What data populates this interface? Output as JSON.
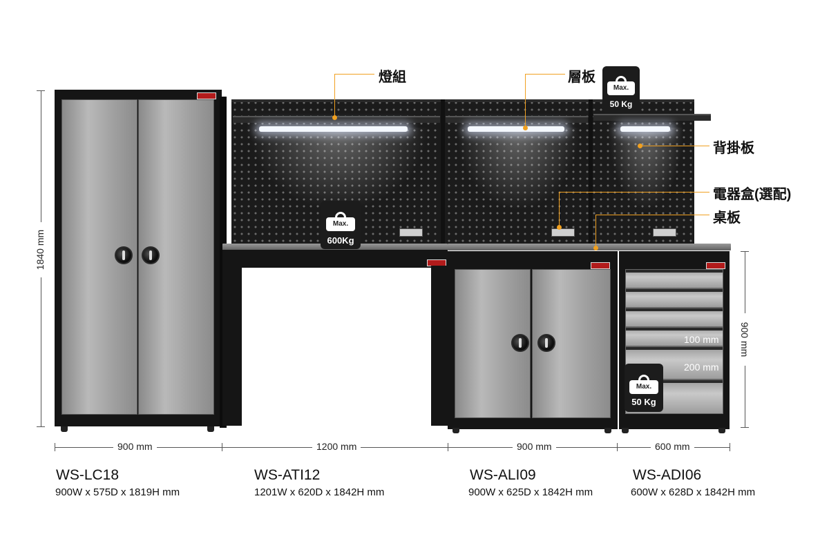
{
  "callouts": {
    "lights": "燈組",
    "shelf": "層板",
    "pegboard": "背掛板",
    "power_box": "電器盒(選配)",
    "worktop": "桌板"
  },
  "badges": {
    "max_label": "Max.",
    "shelf_load": "50 Kg",
    "bench_load": "600Kg",
    "drawer_load": "50 Kg"
  },
  "dimensions": {
    "height_total": "1840 mm",
    "height_bench": "900 mm",
    "drawer_100": "100 mm",
    "drawer_200": "200 mm",
    "width_lc18": "900 mm",
    "width_ati12": "1200 mm",
    "width_ali09": "900 mm",
    "width_adi06": "600 mm"
  },
  "products": [
    {
      "model": "WS-LC18",
      "spec": "900W x 575D x 1819H mm"
    },
    {
      "model": "WS-ATI12",
      "spec": "1201W x 620D x 1842H mm"
    },
    {
      "model": "WS-ALI09",
      "spec": "900W x 625D x 1842H mm"
    },
    {
      "model": "WS-ADI06",
      "spec": "600W x 628D x 1842H mm"
    }
  ],
  "colors": {
    "accent": "#f0a020",
    "cabinet": "#151515",
    "door": "#b0b0b0"
  },
  "icons": [
    "weight-icon",
    "cabinet-handle-icon",
    "brand-logo-icon"
  ]
}
